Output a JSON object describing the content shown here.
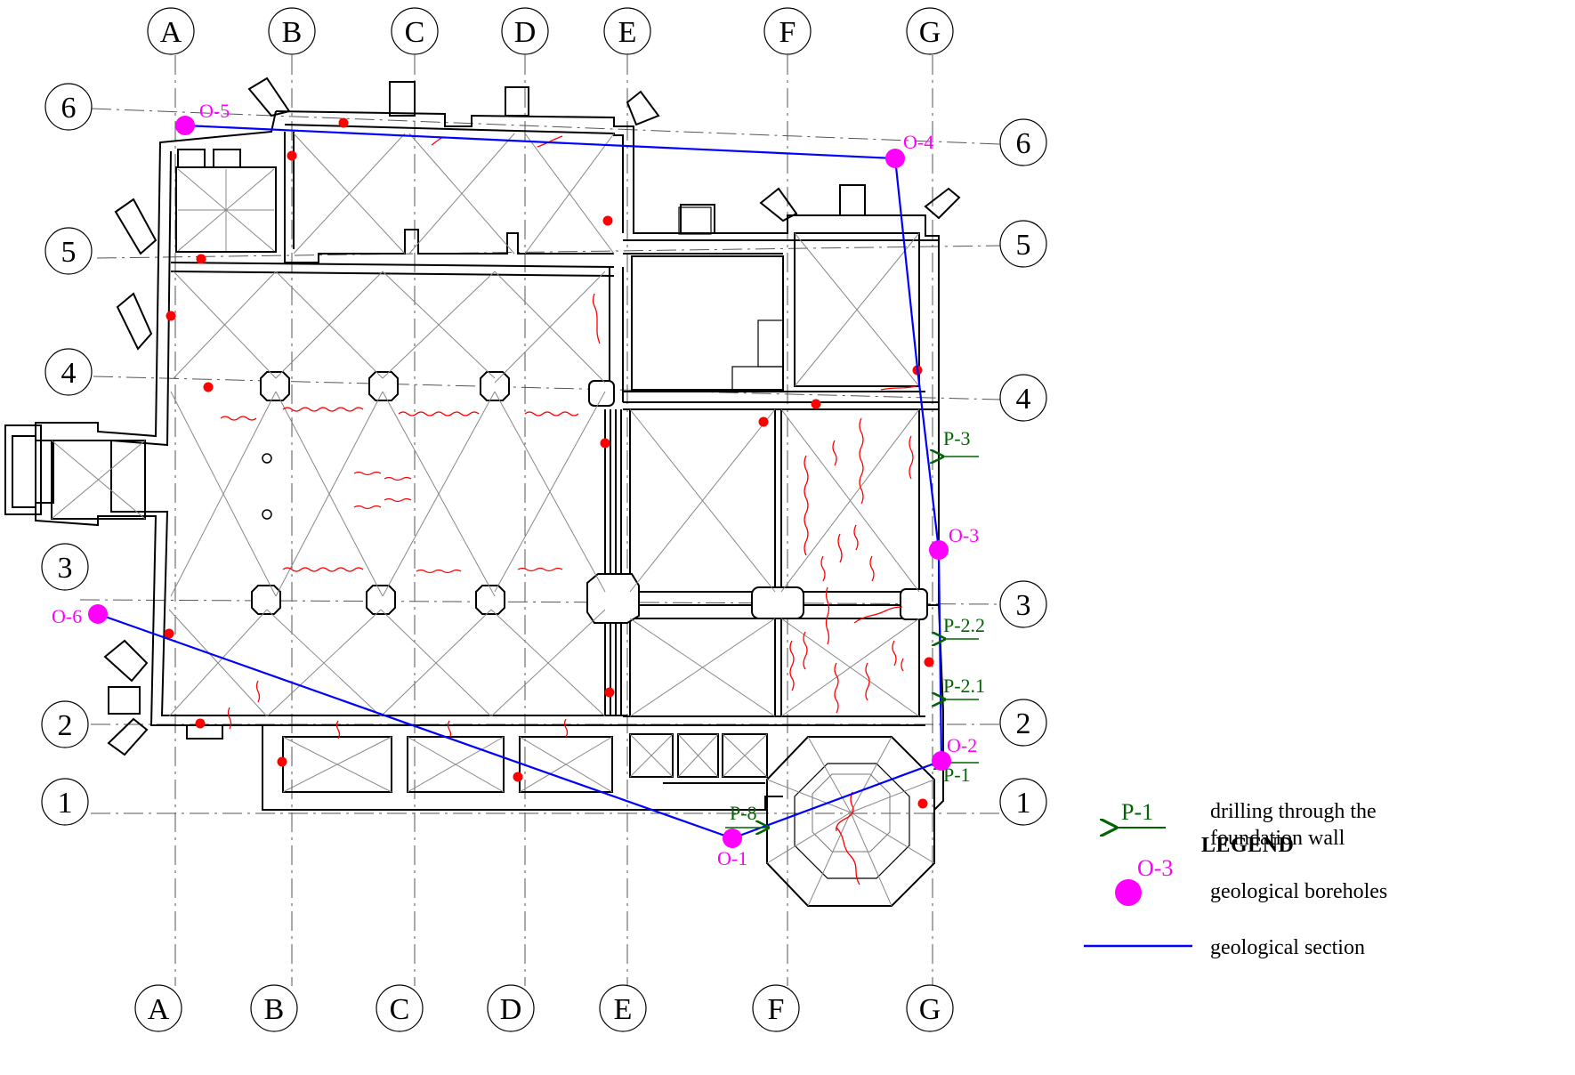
{
  "colors": {
    "wall": "#000000",
    "vault": "#7a7a7a",
    "crack": "#ff0000",
    "test_pit": "#ff0000",
    "borehole": "#ff00ff",
    "section": "#0000ff",
    "drilling": "#006400"
  },
  "grid": {
    "columns": [
      "A",
      "B",
      "C",
      "D",
      "E",
      "F",
      "G"
    ],
    "rows": [
      "1",
      "2",
      "3",
      "4",
      "5",
      "6"
    ]
  },
  "boreholes": [
    {
      "id": "o1",
      "label": "O-1"
    },
    {
      "id": "o2",
      "label": "O-2"
    },
    {
      "id": "o3",
      "label": "O-3"
    },
    {
      "id": "o4",
      "label": "O-4"
    },
    {
      "id": "o5",
      "label": "O-5"
    },
    {
      "id": "o6",
      "label": "O-6"
    }
  ],
  "drillings": [
    {
      "id": "p1",
      "label": "P-1"
    },
    {
      "id": "p21",
      "label": "P-2.1"
    },
    {
      "id": "p22",
      "label": "P-2.2"
    },
    {
      "id": "p3",
      "label": "P-3"
    },
    {
      "id": "p8",
      "label": "P-8"
    }
  ],
  "legend": {
    "title": "LEGEND",
    "drilling_symbol": "P-1",
    "drilling_text": "drilling through the foundation wall",
    "borehole_symbol": "O-3",
    "borehole_text": "geological boreholes",
    "section_text": "geological section"
  }
}
